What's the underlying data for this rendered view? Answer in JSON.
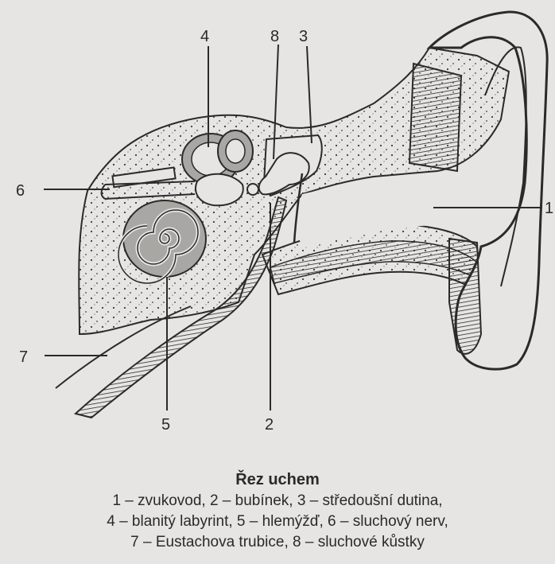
{
  "diagram": {
    "callouts": {
      "n1": "1",
      "n2": "2",
      "n3": "3",
      "n4": "4",
      "n5": "5",
      "n6": "6",
      "n7": "7",
      "n8": "8"
    }
  },
  "caption": {
    "title": "Řez uchem",
    "lines": [
      "1 – zvukovod, 2 – bubínek, 3 – středoušní dutina,",
      "4 – blanitý labyrint, 5 – hlemýžď, 6 – sluchový nerv,",
      "7 – Eustachova trubice, 8 – sluchové kůstky"
    ]
  },
  "colors": {
    "background": "#e6e5e3",
    "ink": "#2a2a2a",
    "membrane": "#a9a7a4",
    "canal": "#c8c6c3"
  }
}
